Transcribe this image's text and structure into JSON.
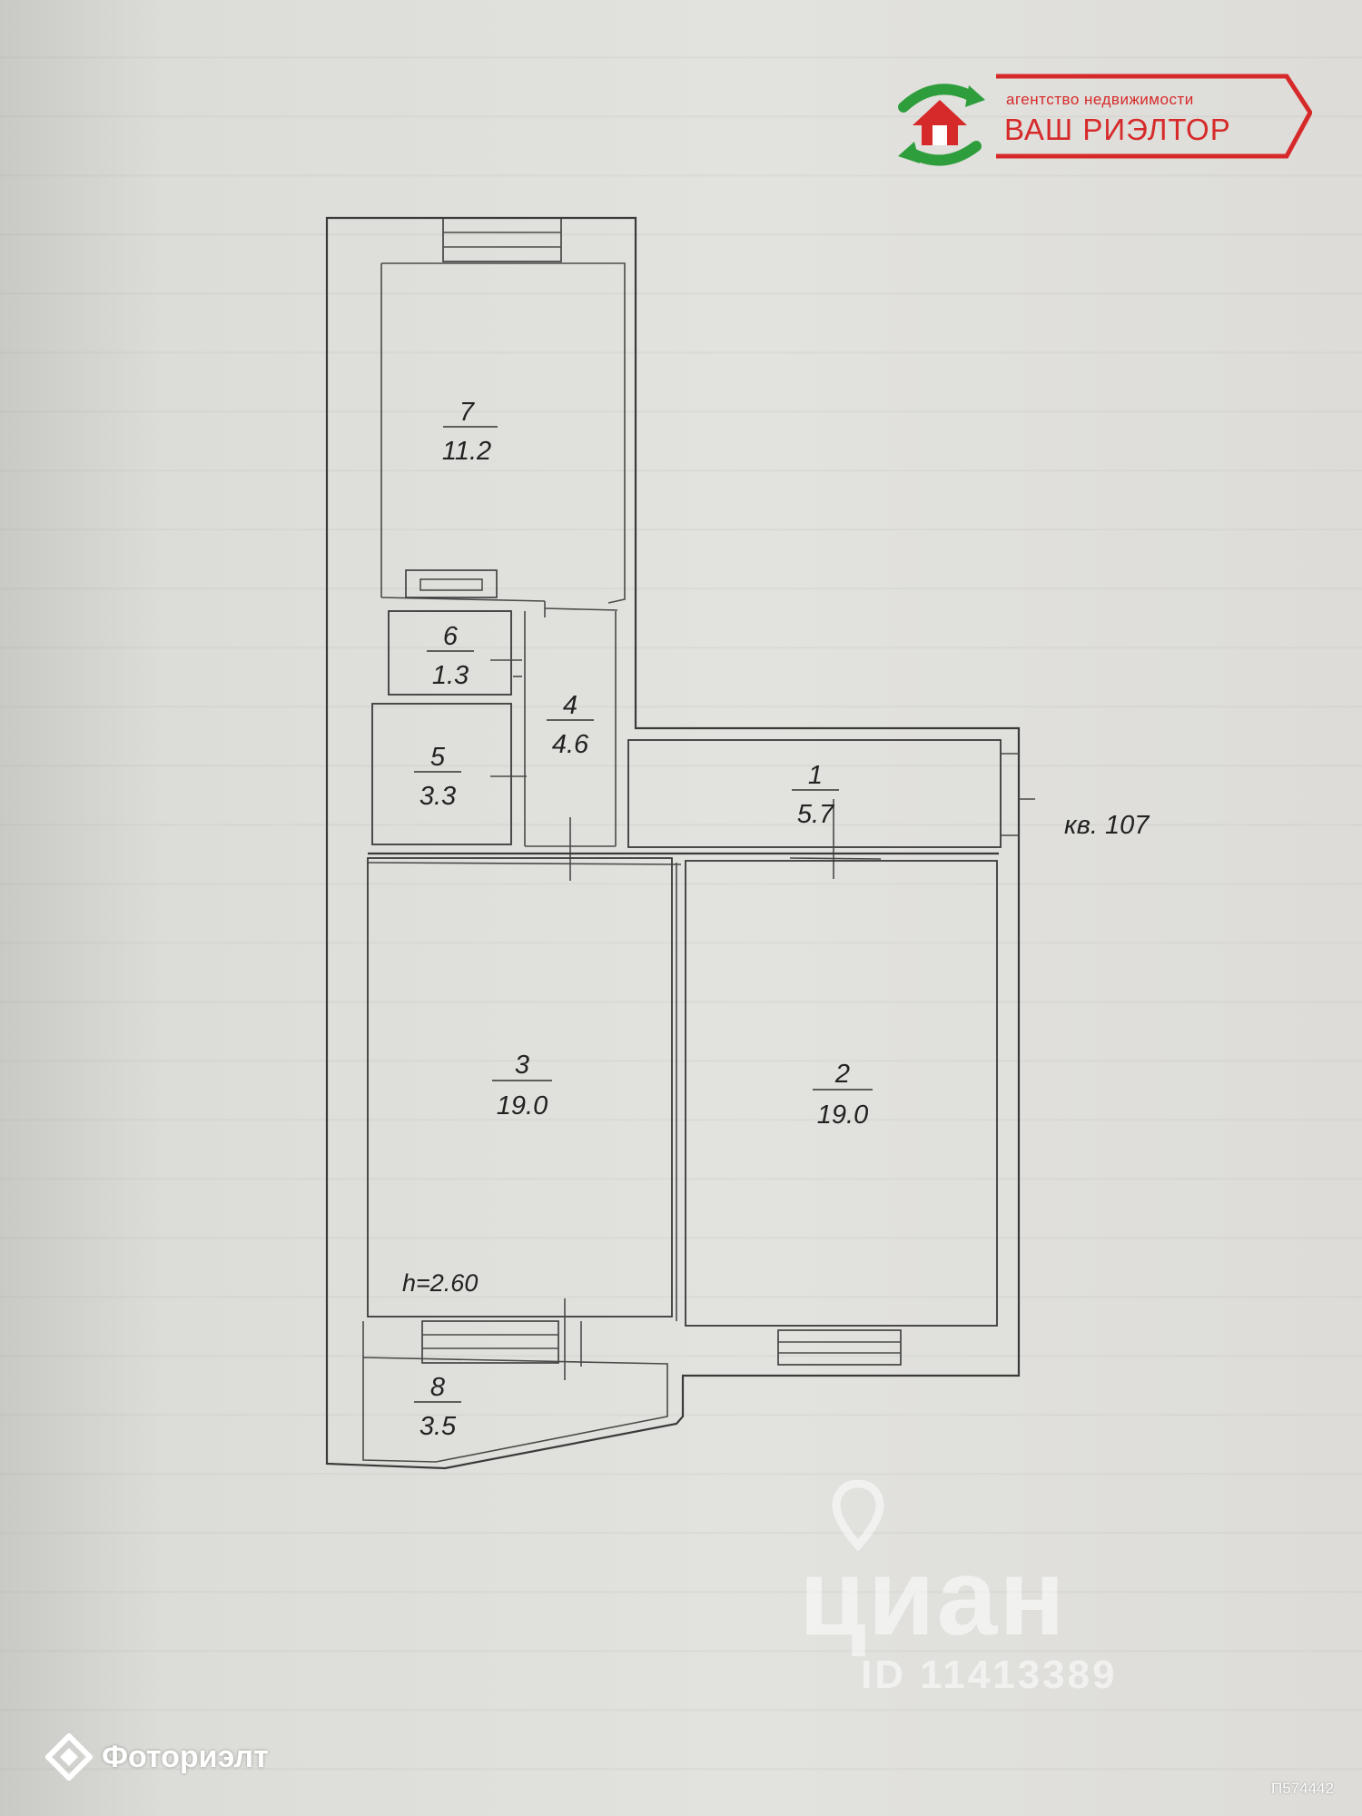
{
  "agency": {
    "tagline": "агентство недвижимости",
    "name": "ВАШ РИЭЛТОР",
    "colors": {
      "green": "#2e9e3c",
      "red": "#d62a2a"
    }
  },
  "plan": {
    "apartment_label": "кв. 107",
    "ceiling_height": "h=2.60",
    "rooms": [
      {
        "number": "1",
        "area": "5.7"
      },
      {
        "number": "2",
        "area": "19.0"
      },
      {
        "number": "3",
        "area": "19.0"
      },
      {
        "number": "4",
        "area": "4.6"
      },
      {
        "number": "5",
        "area": "3.3"
      },
      {
        "number": "6",
        "area": "1.3"
      },
      {
        "number": "7",
        "area": "11.2"
      },
      {
        "number": "8",
        "area": "3.5"
      }
    ]
  },
  "watermarks": {
    "cian": "циан",
    "cian_id": "ID 11413389",
    "fotorielt": "Фоториэлт",
    "code": "П574442"
  },
  "icons": [
    "house-logo-icon",
    "location-pin-icon",
    "fotorielt-diamond-icon"
  ]
}
